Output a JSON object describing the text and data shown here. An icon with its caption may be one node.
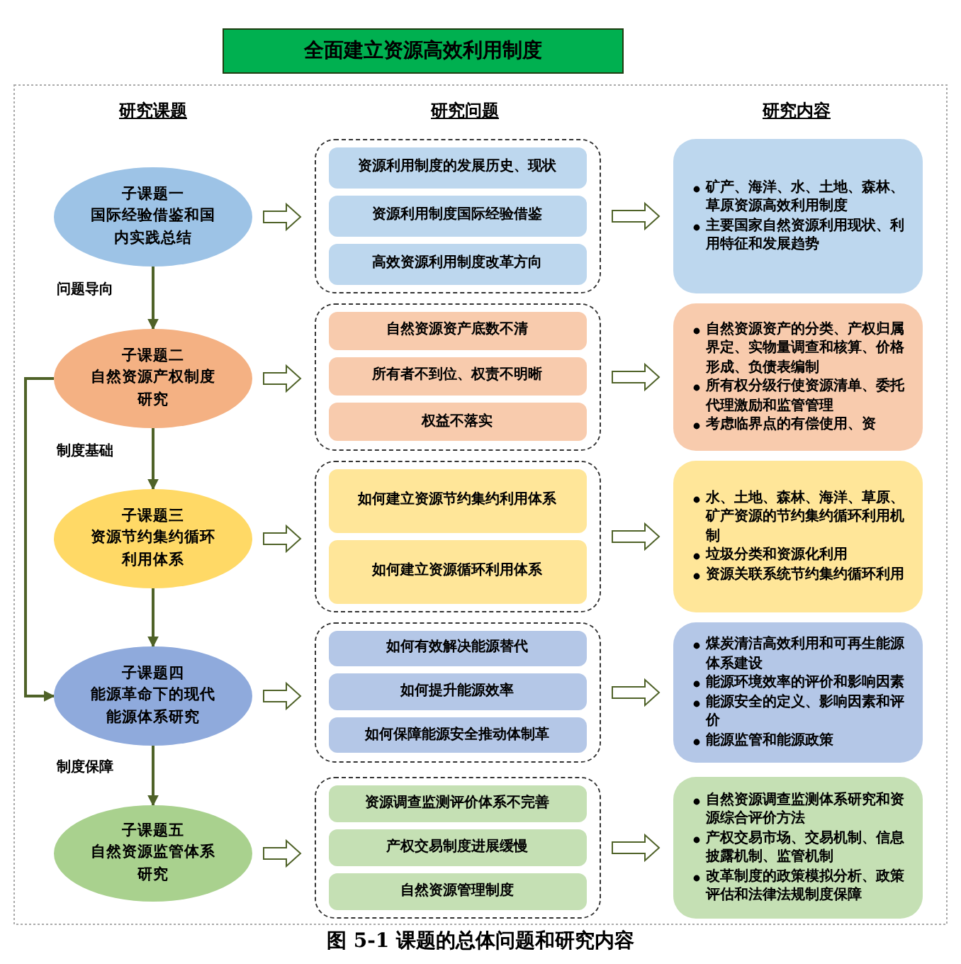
{
  "diagram": {
    "title": "全面建立资源高效利用制度",
    "caption": "图 5-1 课题的总体问题和研究内容",
    "labels": [
      "研究课题",
      "研究问题",
      "研究内容"
    ],
    "nodes": [
      {
        "text": [
          "子课题一",
          "国际经验借鉴和国内实践总结"
        ]
      },
      {
        "text": [],
        "shape": "box"
      },
      {
        "text": [
          "资源利用制度的发展历史、现状"
        ],
        "in": 1
      },
      {
        "text": [
          "资源利用制度国际经验借鉴"
        ],
        "in": 1
      },
      {
        "text": [
          "高效资源利用制度改革方向"
        ],
        "in": 1
      },
      {
        "text": [
          "矿产、海洋、水、土地、森林、草原资源高效利用制度",
          "主要国家自然资源利用现状、利用特征和发展趋势"
        ]
      },
      {
        "text": [
          "子课题二",
          "自然资源产权制度研究"
        ]
      },
      {
        "text": [],
        "shape": "box"
      },
      {
        "text": [
          "自然资源资产底数不清"
        ],
        "in": 7
      },
      {
        "text": [
          "所有者不到位、权责不明晰"
        ],
        "in": 7
      },
      {
        "text": [
          "权益不落实"
        ],
        "in": 7
      },
      {
        "text": [
          "自然资源资产的分类、产权归属界定、实物量调查和核算、价格形成、负债表编制",
          "所有权分级行使资源清单、委托代理激励和监管管理",
          "考虑临界点的有偿使用、资"
        ]
      },
      {
        "text": [
          "子课题三",
          "资源节约集约循环利用体系"
        ]
      },
      {
        "text": [],
        "shape": "box"
      },
      {
        "text": [
          "如何建立资源节约集约利用体系"
        ],
        "in": 13
      },
      {
        "text": [
          "如何建立资源循环利用体系"
        ],
        "in": 13
      },
      {
        "text": [
          "水、土地、森林、海洋、草原、矿产资源的节约集约循环利用机制",
          "垃圾分类和资源化利用",
          "资源关联系统节约集约循环利用"
        ]
      },
      {
        "text": [
          "子课题四",
          "能源革命下的现代能源体系研究"
        ]
      },
      {
        "text": [],
        "shape": "box"
      },
      {
        "text": [
          "如何有效解决能源替代"
        ],
        "in": 18
      },
      {
        "text": [
          "如何提升能源效率"
        ],
        "in": 18
      },
      {
        "text": [
          "如何保障能源安全推动体制革"
        ],
        "in": 18
      },
      {
        "text": [
          "煤炭清洁高效利用和可再生能源体系建设",
          "能源环境效率的评价和影响因素",
          "能源安全的定义、影响因素和评价",
          "能源监管和能源政策"
        ]
      },
      {
        "text": [
          "子课题五",
          "自然资源监管体系研究"
        ]
      },
      {
        "text": [],
        "shape": "box"
      },
      {
        "text": [
          "资源调查监测评价体系不完善"
        ],
        "in": 24
      },
      {
        "text": [
          "产权交易制度进展缓慢"
        ],
        "in": 24
      },
      {
        "text": [
          "自然资源管理制度"
        ],
        "in": 24
      },
      {
        "text": [
          "自然资源调查监测体系研究和资源综合评价方法",
          "产权交易市场、交易机制、信息披露机制、监管机制",
          "改革制度的政策模拟分析、政策评估和法律法规制度保障"
        ]
      }
    ],
    "edges": [
      {
        "from": 0,
        "to": 6,
        "arrow": "to",
        "label": "问题导向"
      },
      {
        "from": 6,
        "to": 12,
        "arrow": "to",
        "label": "制度基础"
      },
      {
        "from": 12,
        "to": 17,
        "arrow": "to"
      },
      {
        "from": 17,
        "to": 23,
        "arrow": "to",
        "label": "制度保障"
      },
      {
        "from": 6,
        "to": 17,
        "arrow": "to"
      },
      {
        "from": 0,
        "to": 1,
        "arrow": "to"
      },
      {
        "from": 1,
        "to": 5,
        "arrow": "to"
      },
      {
        "from": 6,
        "to": 7,
        "arrow": "to"
      },
      {
        "from": 7,
        "to": 11,
        "arrow": "to"
      },
      {
        "from": 12,
        "to": 13,
        "arrow": "to"
      },
      {
        "from": 13,
        "to": 16,
        "arrow": "to"
      },
      {
        "from": 17,
        "to": 18,
        "arrow": "to"
      },
      {
        "from": 18,
        "to": 22,
        "arrow": "to"
      },
      {
        "from": 23,
        "to": 24,
        "arrow": "to"
      },
      {
        "from": 24,
        "to": 28,
        "arrow": "to"
      }
    ]
  }
}
